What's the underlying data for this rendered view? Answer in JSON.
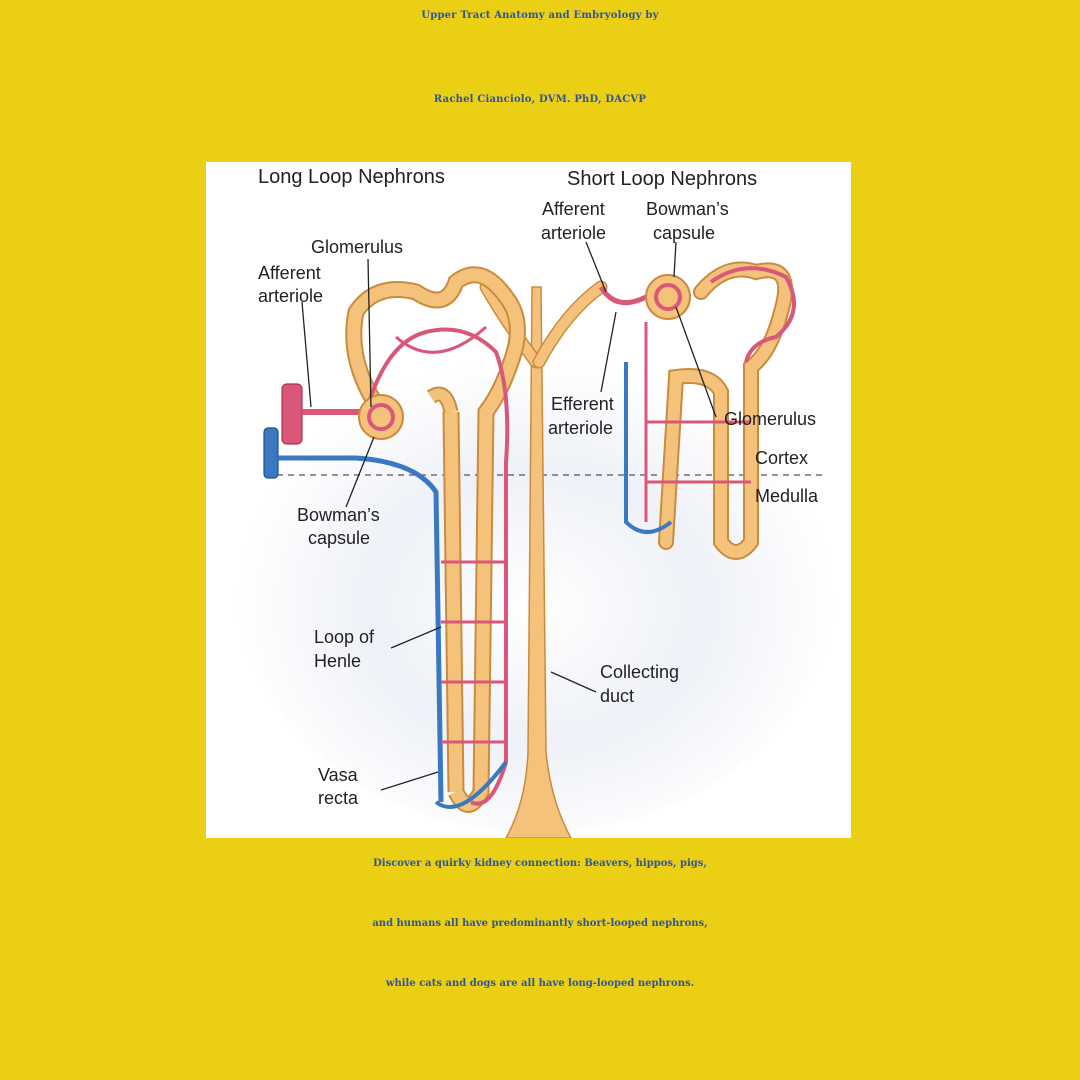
{
  "header": {
    "title_line1": "Upper Tract Anatomy and  Embryology by",
    "title_line2": "Rachel Cianciolo, DVM. PhD, DACVP"
  },
  "figure": {
    "heading_long": "Long Loop Nephrons",
    "heading_short": "Short Loop Nephrons",
    "labels": {
      "glomerulus_long": "Glomerulus",
      "afferent_long_1": "Afferent",
      "afferent_long_2": "arteriole",
      "bowman_long_1": "Bowman’s",
      "bowman_long_2": "capsule",
      "loop_1": "Loop of",
      "loop_2": "Henle",
      "vasa_1": "Vasa",
      "vasa_2": "recta",
      "afferent_short_1": "Afferent",
      "afferent_short_2": "arteriole",
      "bowman_short_1": "Bowman’s",
      "bowman_short_2": "capsule",
      "efferent_1": "Efferent",
      "efferent_2": "arteriole",
      "glomerulus_short": "Glomerulus",
      "cortex": "Cortex",
      "medulla": "Medulla",
      "collecting_1": "Collecting",
      "collecting_2": "duct"
    },
    "colors": {
      "tubule": "#f5c27c",
      "tubule_edge": "#c98b3d",
      "artery": "#d9587a",
      "vein": "#3a78c2",
      "shadow": "#b9c6dc"
    }
  },
  "caption": {
    "line1": "Discover a quirky kidney connection: Beavers, hippos, pigs,",
    "line2": "and humans all have predominantly short-looped nephrons,",
    "line3": "while cats and dogs are all have long-looped nephrons."
  }
}
